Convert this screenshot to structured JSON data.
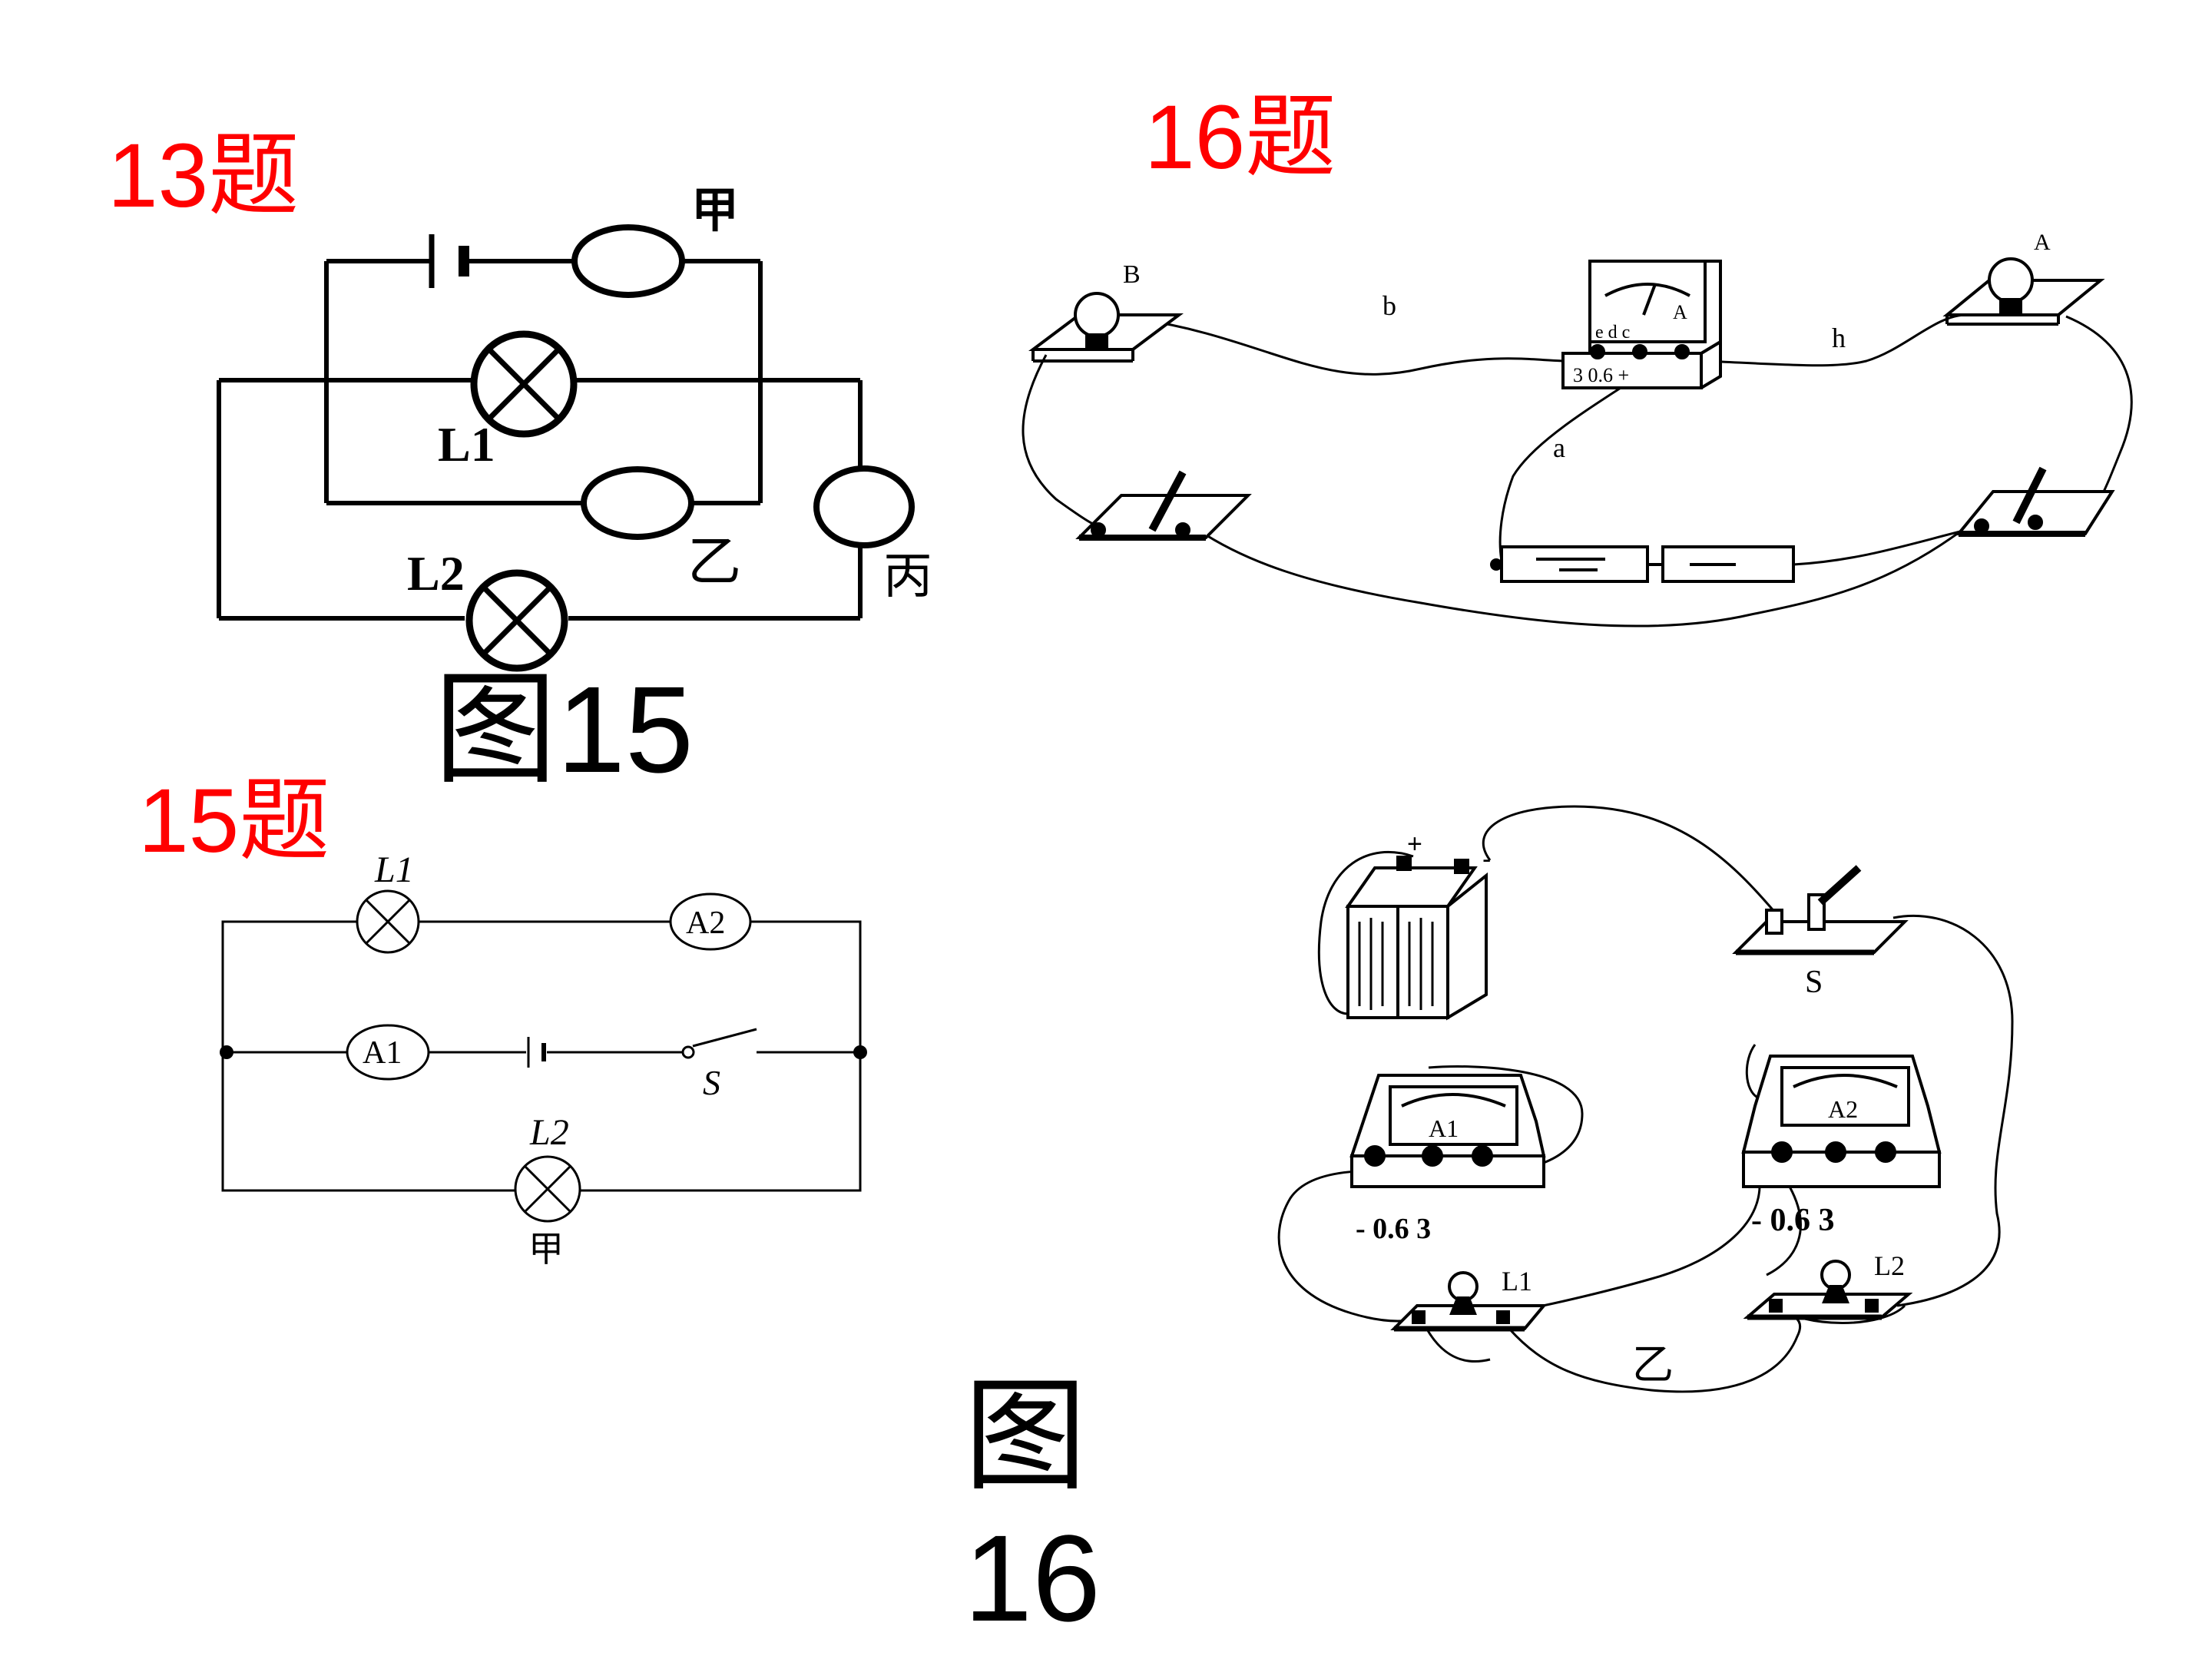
{
  "headings": {
    "q13": "13题",
    "q16": "16题",
    "q15": "15题"
  },
  "captions": {
    "fig15": "图15",
    "fig16_line1": "图",
    "fig16_line2": "16"
  },
  "q13_circuit": {
    "meter_jia": "甲",
    "meter_yi": "乙",
    "meter_bing": "丙",
    "lamp1": "L1",
    "lamp2": "L2"
  },
  "q16_top_circuit": {
    "bulb_b": "B",
    "bulb_a": "A",
    "wire_b": "b",
    "wire_h": "h",
    "wire_a": "a",
    "meter_label": "A",
    "meter_terminals": "e d c",
    "meter_scale": "3 0.6 +"
  },
  "q15_circuit": {
    "lamp1": "L1",
    "lamp2": "L2",
    "ammeter1": "A1",
    "ammeter2": "A2",
    "switch": "S",
    "jia": "甲"
  },
  "q16_bottom_circuit": {
    "plus": "+",
    "minus": "-",
    "switch": "S",
    "ammeter1": "A1",
    "ammeter2": "A2",
    "scale1": "- 0.6 3",
    "scale2": "- 0.6 3",
    "lamp1": "L1",
    "lamp2": "L2",
    "yi": "乙"
  },
  "colors": {
    "heading": "#ff0000",
    "ink": "#000000",
    "background": "#ffffff"
  }
}
